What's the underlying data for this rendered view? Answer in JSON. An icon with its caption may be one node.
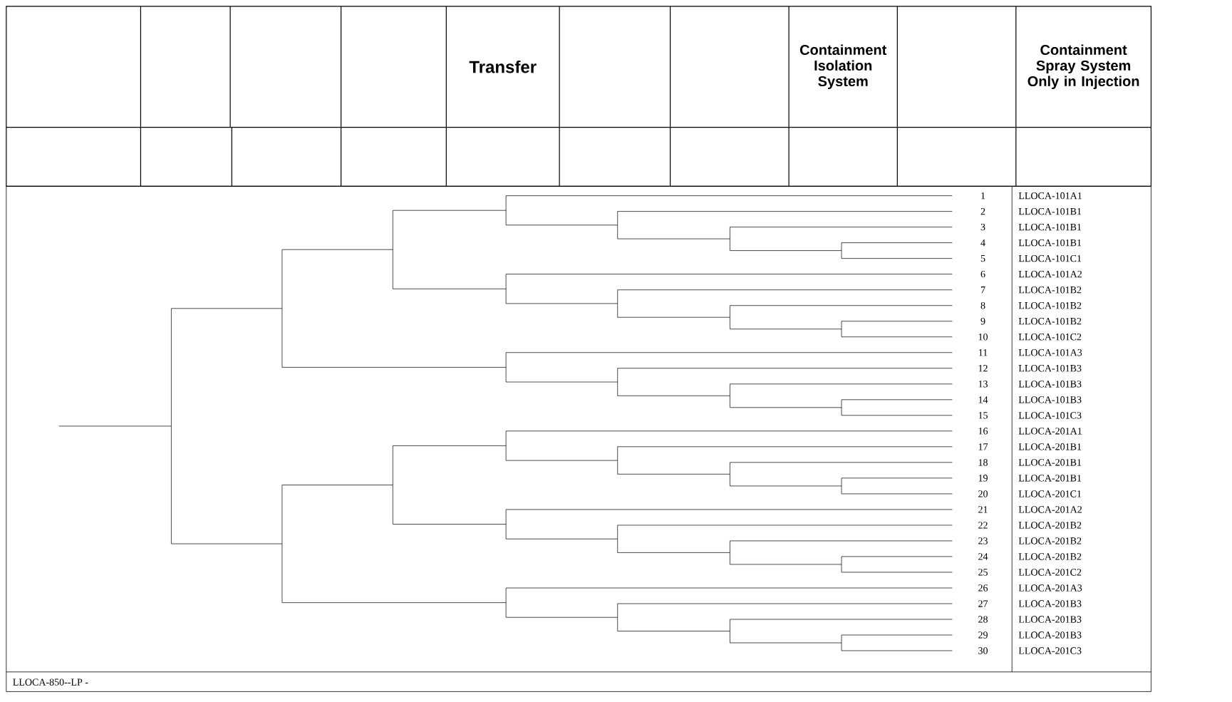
{
  "diagram": {
    "labels": [
      "1",
      "LLOCA-101A1",
      "2",
      "LLOCA-101B1",
      "3",
      "LLOCA-101B1",
      "4",
      "LLOCA-101B1",
      "5",
      "LLOCA-101C1",
      "6",
      "LLOCA-101A2",
      "7",
      "LLOCA-101B2",
      "8",
      "LLOCA-101B2",
      "9",
      "LLOCA-101B2",
      "10",
      "LLOCA-101C2",
      "11",
      "LLOCA-101A3",
      "12",
      "LLOCA-101B3",
      "13",
      "LLOCA-101B3",
      "14",
      "LLOCA-101B3",
      "15",
      "LLOCA-101C3",
      "16",
      "LLOCA-201A1",
      "17",
      "LLOCA-201B1",
      "18",
      "LLOCA-201B1",
      "19",
      "LLOCA-201B1",
      "20",
      "LLOCA-201C1",
      "21",
      "LLOCA-201A2",
      "22",
      "LLOCA-201B2",
      "23",
      "LLOCA-201B2",
      "24",
      "LLOCA-201B2",
      "25",
      "LLOCA-201C2",
      "26",
      "LLOCA-201A3",
      "27",
      "LLOCA-201B3",
      "28",
      "LLOCA-201B3",
      "29",
      "LLOCA-201B3",
      "30",
      "LLOCA-201C3",
      "LLOCA-850--LP -",
      "Transfer",
      "Containment Isolation System",
      "Containment Spray System Only in Injection"
    ]
  }
}
